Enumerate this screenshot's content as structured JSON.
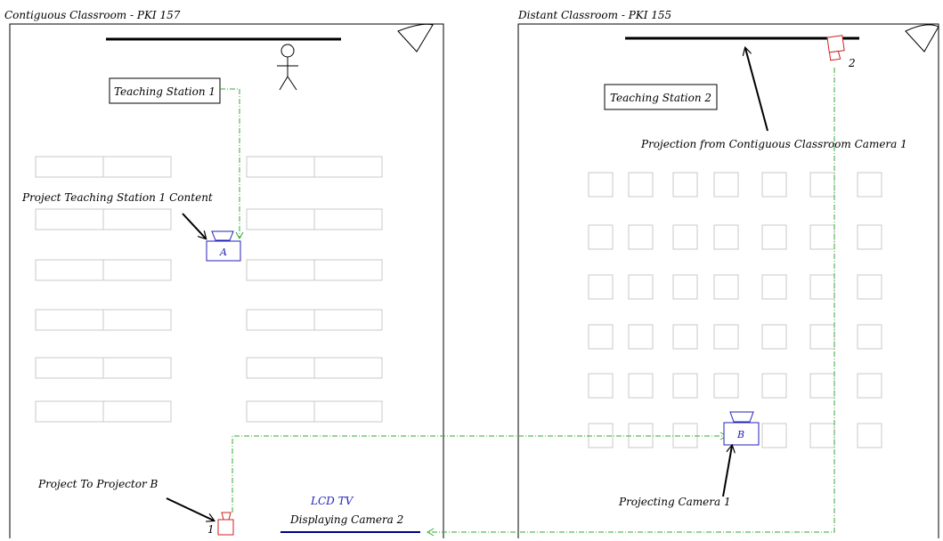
{
  "rooms": {
    "left_title": "Contiguous Classroom - PKI 157",
    "right_title": "Distant Classroom - PKI 155"
  },
  "labels": {
    "teaching_station_1": "Teaching Station 1",
    "teaching_station_2": "Teaching Station 2",
    "project_ts1": "Project Teaching Station 1 Content",
    "projection_from": "Projection from Contiguous Classroom Camera 1",
    "project_to_b": "Project To Projector B",
    "lcd_tv": "LCD TV",
    "displaying_cam2": "Displaying Camera 2",
    "projecting_cam1": "Projecting Camera 1",
    "projector_a": "A",
    "projector_b": "B",
    "camera_1": "1",
    "camera_2": "2"
  },
  "colors": {
    "wall": "#000000",
    "desk": "#cccccc",
    "signal_path": "#33aa33",
    "projector": "#2222bb",
    "camera": "#cc2222",
    "tv": "#000080"
  }
}
